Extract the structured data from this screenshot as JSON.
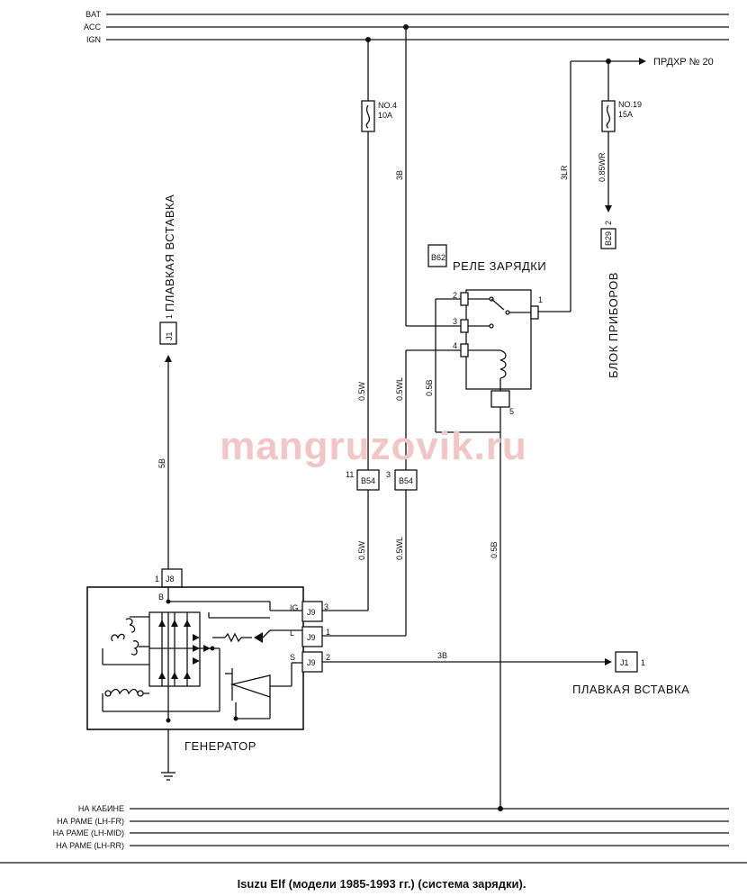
{
  "bus": {
    "bat": "BAT",
    "acc": "ACC",
    "ign": "IGN"
  },
  "bottom_bus": [
    "НА КАБИНЕ",
    "НА РАМЕ (LH-FR)",
    "НА РАМЕ (LH-MID)",
    "НА РАМЕ (LH-RR)"
  ],
  "fuses": {
    "f4": {
      "name": "NO.4",
      "rating": "10A"
    },
    "f19": {
      "name": "NO.19",
      "rating": "15A"
    }
  },
  "relay": {
    "tag": "B62",
    "title": "РЕЛЕ ЗАРЯДКИ",
    "pins": [
      "2",
      "3",
      "4",
      "1",
      "5"
    ]
  },
  "prdkhr": "ПРДХР № 20",
  "cluster": {
    "tag": "B29",
    "pin": "2",
    "title": "БЛОК ПРИБОРОВ"
  },
  "fusible_top": {
    "tag": "J1",
    "pin": "1",
    "title": "ПЛАВКАЯ ВСТАВКА"
  },
  "fusible_right": {
    "tag": "J1",
    "pin": "1",
    "title": "ПЛАВКАЯ ВСТАВКА"
  },
  "connectors": {
    "b54_left": {
      "tag": "B54",
      "pin": "11"
    },
    "b54_right": {
      "tag": "B54",
      "pin": "3"
    },
    "j8": {
      "tag": "J8",
      "pin": "1"
    },
    "j9_ig": {
      "tag": "J9",
      "pin": "3",
      "term": "IG"
    },
    "j9_l": {
      "tag": "J9",
      "pin": "1",
      "term": "L"
    },
    "j9_s": {
      "tag": "J9",
      "pin": "2",
      "term": "S"
    }
  },
  "generator": {
    "title": "ГЕНЕРАТОР",
    "term_b": "B"
  },
  "wires": {
    "w_3b_top": "3B",
    "w_3lr": "3LR",
    "w_085wr": "0.85WR",
    "w_05w_up": "0.5W",
    "w_05wl_up": "0.5WL",
    "w_05b_relay": "0.5B",
    "w_5b": "5B",
    "w_05w_low": "0.5W",
    "w_05wl_low": "0.5WL",
    "w_05b_ground": "0.5B",
    "w_3b_s": "3B"
  },
  "watermark": "mangruzovik.ru",
  "caption": "Isuzu Elf (модели 1985-1993 гг.) (система зарядки)."
}
